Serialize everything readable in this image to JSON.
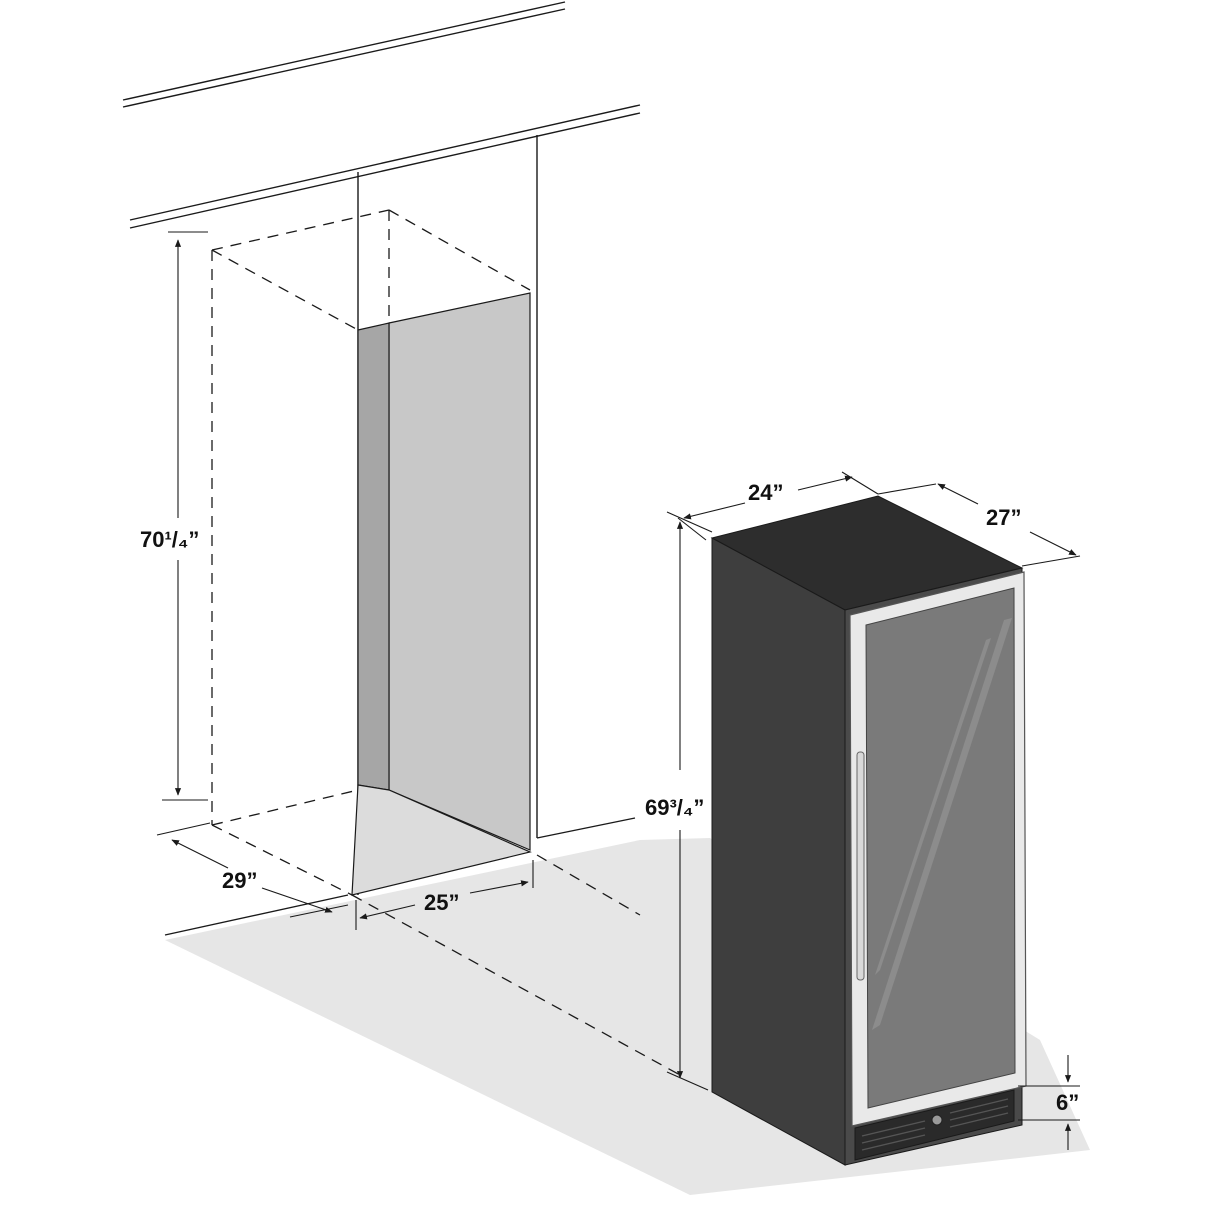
{
  "dimensions": {
    "cutout_height": "70¹/₄”",
    "cutout_depth": "29”",
    "cutout_width": "25”",
    "unit_height": "69³/₄”",
    "unit_width": "24”",
    "unit_depth": "27”",
    "toe_kick_height": "6”"
  },
  "colors": {
    "cavity_back": "#c8c8c8",
    "cavity_side": "#a6a6a6",
    "floor_shadow": "#e6e6e6",
    "cabinet_side": "#3e3e3e",
    "cabinet_top": "#2d2d2d",
    "door_frame": "#e9e9e9",
    "glass": "#7a7a7a",
    "grille": "#2a2a2a"
  },
  "icons": [
    "wine-cooler-illustration",
    "cabinet-cutout-illustration"
  ]
}
